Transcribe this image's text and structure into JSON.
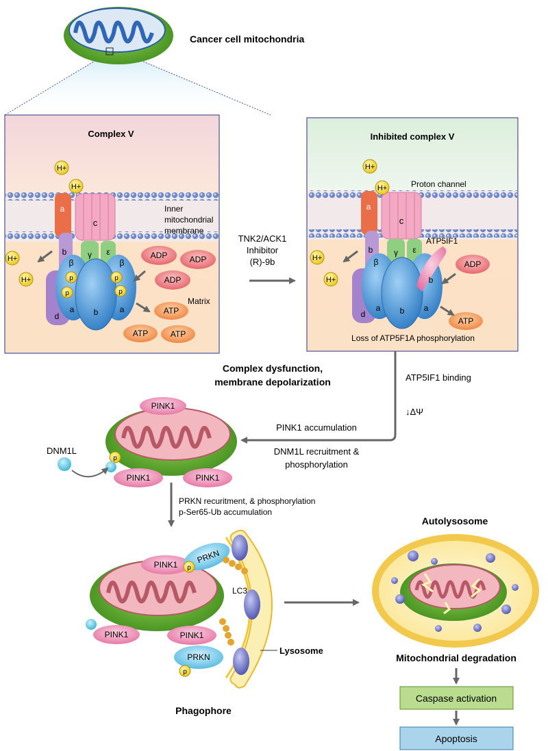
{
  "title": "Cancer cell mitochondria",
  "left_panel": {
    "title": "Complex V",
    "h_plus": "H+",
    "subunit_a": "a",
    "subunit_b": "b",
    "subunit_c": "c",
    "subunit_d": "d",
    "subunit_alpha": "a",
    "subunit_beta": "β",
    "subunit_gamma": "γ",
    "subunit_epsilon": "ε",
    "phospho": "p",
    "membrane_label_1": "Inner",
    "membrane_label_2": "mitochondrial",
    "membrane_label_3": "membrane",
    "matrix_label": "Matrix",
    "adp": "ADP",
    "atp": "ATP"
  },
  "inhibitor": {
    "line1": "TNK2/ACK1",
    "line2": "Inhibitor",
    "line3": "(R)-9b"
  },
  "right_panel": {
    "title": "Inhibited complex V",
    "proton_channel": "Proton channel",
    "atp5if1": "ATP5IF1",
    "adp": "ADP",
    "atp": "ATP",
    "loss_label": "Loss of ATP5F1A phosphorylation"
  },
  "flow": {
    "dysfunction_1": "Complex dysfunction,",
    "dysfunction_2": "membrane depolarization",
    "atp5if1_binding": "ATP5IF1 binding",
    "delta_psi": "↓ΔΨ",
    "pink1_accumulation": "PINK1 accumulation",
    "dnm1l_recruit_1": "DNM1L recruitment &",
    "dnm1l_recruit_2": "phosphorylation",
    "dnm1l": "DNM1L",
    "pink1": "PINK1",
    "prkn_recruit": "PRKN recuritment, & phosphorylation",
    "pser65": "p-Ser65-Ub accumulation",
    "prkn": "PRKN",
    "lc3": "LC3",
    "lysosome": "Lysosome",
    "phagophore": "Phagophore",
    "autolysosome": "Autolysosome",
    "mito_degradation": "Mitochondrial degradation",
    "caspase": "Caspase activation",
    "apoptosis": "Apoptosis"
  },
  "colors": {
    "mito_outer": "#5aa02c",
    "mito_inner": "#d9828e",
    "pink1": "#e789b0",
    "prkn": "#6cc6ea",
    "subunit_blue": "#3f8fd6",
    "subunit_pink": "#f1a7c3",
    "adp": "#e8676f",
    "atp": "#f08a4b",
    "caspase_box": "#b9dc8e",
    "apoptosis_box": "#a9d4ec",
    "arrow": "#666666"
  }
}
